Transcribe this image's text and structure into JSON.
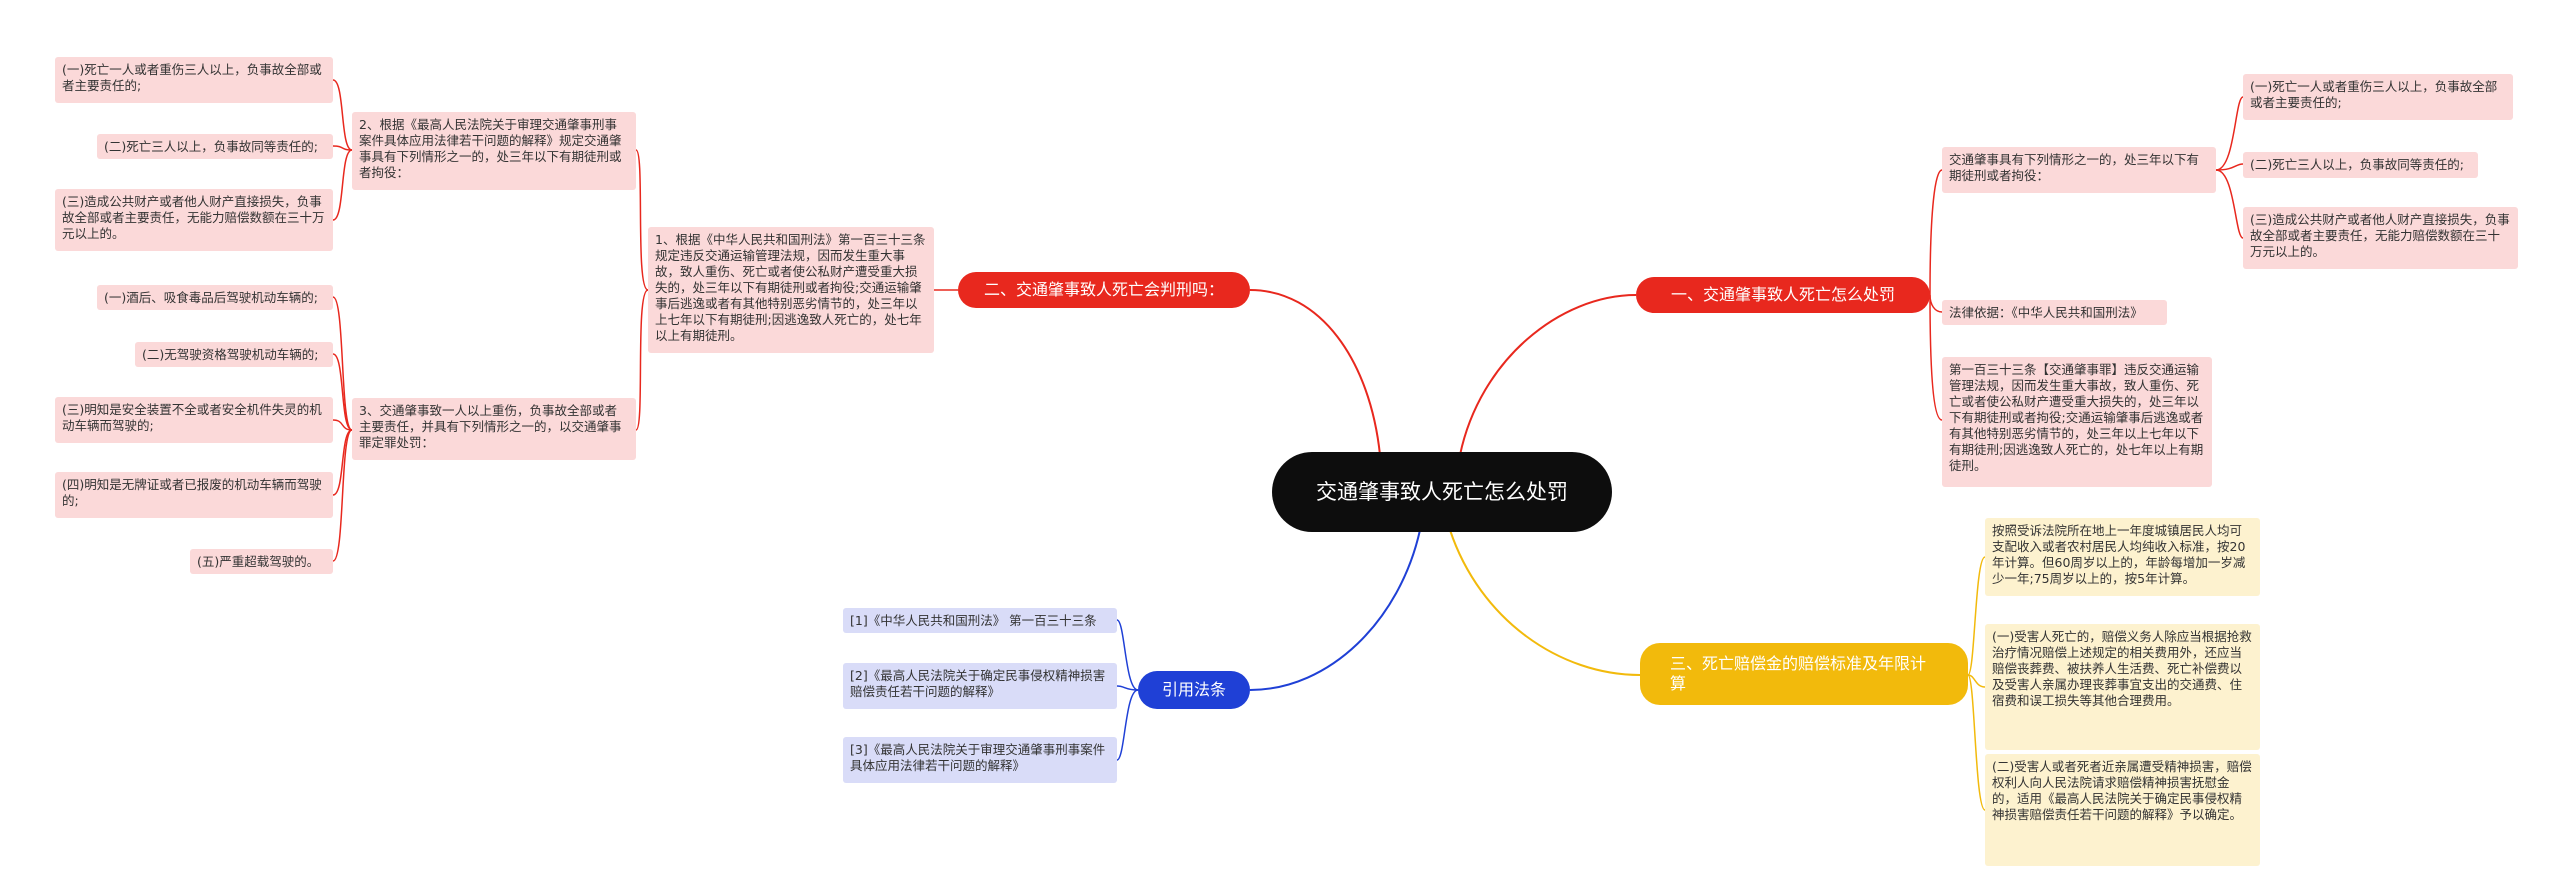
{
  "root": {
    "label": "交通肇事致人死亡怎么处罚"
  },
  "colors": {
    "red": "#e8281e",
    "yellow": "#f2ba0c",
    "blue": "#1f40d6",
    "root": "#0d0d0d",
    "pink": "#fbd9d9",
    "cream": "#fdf2cf",
    "lavender": "#d9dcf8"
  },
  "branches": {
    "b1": {
      "label": "一、交通肇事致人死亡怎么处罚",
      "a": "交通肇事具有下列情形之一的，处三年以下有期徒刑或者拘役：",
      "a1": "(一)死亡一人或者重伤三人以上，负事故全部或者主要责任的;",
      "a2": "(二)死亡三人以上，负事故同等责任的;",
      "a3": "(三)造成公共财产或者他人财产直接损失，负事故全部或者主要责任，无能力赔偿数额在三十万元以上的。",
      "b": "法律依据：《中华人民共和国刑法》",
      "c": "第一百三十三条【交通肇事罪】违反交通运输管理法规，因而发生重大事故，致人重伤、死亡或者使公私财产遭受重大损失的，处三年以下有期徒刑或者拘役;交通运输肇事后逃逸或者有其他特别恶劣情节的，处三年以上七年以下有期徒刑;因逃逸致人死亡的，处七年以上有期徒刑。"
    },
    "b2": {
      "label": "二、交通肇事致人死亡会判刑吗：",
      "m": "1、根据《中华人民共和国刑法》第一百三十三条规定违反交通运输管理法规，因而发生重大事故，致人重伤、死亡或者使公私财产遭受重大损失的，处三年以下有期徒刑或者拘役;交通运输肇事后逃逸或者有其他特别恶劣情节的，处三年以上七年以下有期徒刑;因逃逸致人死亡的，处七年以上有期徒刑。",
      "s1": "2、根据《最高人民法院关于审理交通肇事刑事案件具体应用法律若干问题的解释》规定交通肇事具有下列情形之一的，处三年以下有期徒刑或者拘役：",
      "s1a": "(一)死亡一人或者重伤三人以上，负事故全部或者主要责任的;",
      "s1b": "(二)死亡三人以上，负事故同等责任的;",
      "s1c": "(三)造成公共财产或者他人财产直接损失，负事故全部或者主要责任，无能力赔偿数额在三十万元以上的。",
      "s2": "3、交通肇事致一人以上重伤，负事故全部或者主要责任，并具有下列情形之一的，以交通肇事罪定罪处罚：",
      "s2a": "(一)酒后、吸食毒品后驾驶机动车辆的;",
      "s2b": "(二)无驾驶资格驾驶机动车辆的;",
      "s2c": "(三)明知是安全装置不全或者安全机件失灵的机动车辆而驾驶的;",
      "s2d": "(四)明知是无牌证或者已报废的机动车辆而驾驶的;",
      "s2e": "(五)严重超载驾驶的。"
    },
    "b3": {
      "label": "三、死亡赔偿金的赔偿标准及年限计算",
      "a": "按照受诉法院所在地上一年度城镇居民人均可支配收入或者农村居民人均纯收入标准，按20年计算。但60周岁以上的，年龄每增加一岁减少一年;75周岁以上的，按5年计算。",
      "b": "(一)受害人死亡的，赔偿义务人除应当根据抢救治疗情况赔偿上述规定的相关费用外，还应当赔偿丧葬费、被扶养人生活费、死亡补偿费以及受害人亲属办理丧葬事宜支出的交通费、住宿费和误工损失等其他合理费用。",
      "c": "(二)受害人或者死者近亲属遭受精神损害，赔偿权利人向人民法院请求赔偿精神损害抚慰金的，适用《最高人民法院关于确定民事侵权精神损害赔偿责任若干问题的解释》予以确定。"
    },
    "b4": {
      "label": "引用法条",
      "a": "[1]《中华人民共和国刑法》 第一百三十三条",
      "b": "[2]《最高人民法院关于确定民事侵权精神损害赔偿责任若干问题的解释》",
      "c": "[3]《最高人民法院关于审理交通肇事刑事案件具体应用法律若干问题的解释》"
    }
  }
}
